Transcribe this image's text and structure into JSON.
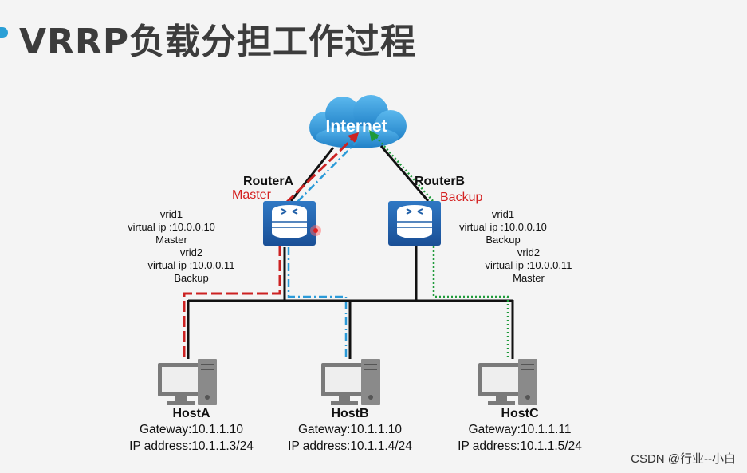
{
  "title": "VRRP负载分担工作过程",
  "cloud": {
    "label": "Internet"
  },
  "routerA": {
    "name": "RouterA",
    "role": "Master",
    "vrid_lines": [
      "vrid1",
      "virtual ip :10.0.0.10",
      "Master",
      "vrid2",
      "virtual ip :10.0.0.11",
      "Backup"
    ]
  },
  "routerB": {
    "name": "RouterB",
    "role": "Backup",
    "vrid_lines": [
      "vrid1",
      "virtual ip :10.0.0.10",
      "Backup",
      "vrid2",
      "virtual ip :10.0.0.11",
      "Master"
    ]
  },
  "hosts": [
    {
      "name": "HostA",
      "gateway": "Gateway:10.1.1.10",
      "ip": "IP address:10.1.1.3/24"
    },
    {
      "name": "HostB",
      "gateway": "Gateway:10.1.1.10",
      "ip": "IP address:10.1.1.4/24"
    },
    {
      "name": "HostC",
      "gateway": "Gateway:10.1.1.11",
      "ip": "IP address:10.1.1.5/24"
    }
  ],
  "watermark": "CSDN @行业--小白",
  "colors": {
    "router_blue": "#1f5fa8",
    "path_red": "#cc2222",
    "path_blue": "#2a9ad8",
    "path_green": "#1f9a3a",
    "link_black": "#111111",
    "host_gray": "#7a7a7a"
  }
}
